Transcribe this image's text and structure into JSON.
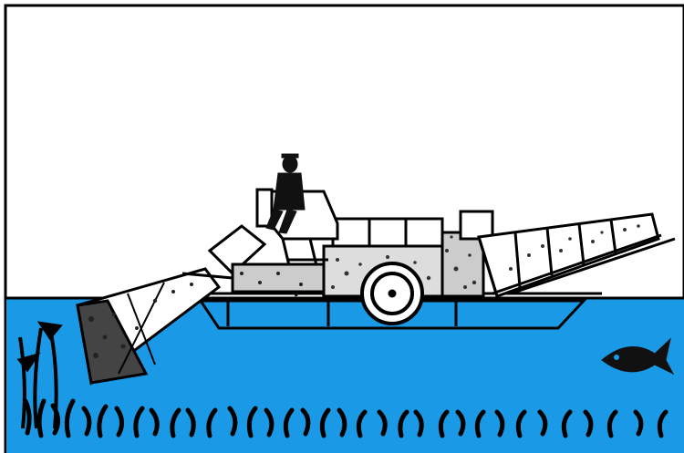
{
  "illustration": {
    "subject": "aquatic-weed-harvester",
    "colors": {
      "sky": "#ffffff",
      "water": "#1a9ae6",
      "ink": "#111111",
      "border": "#000000",
      "cab_fill": "#ffffff"
    },
    "elements": {
      "operator": "operator-figure",
      "boat": "harvester-hull",
      "cutter": "cutter-conveyor",
      "storage": "storage-conveyor",
      "paddle_wheel": "paddle-wheel",
      "fish": "fish-icon",
      "weeds": "weed-bed"
    }
  }
}
